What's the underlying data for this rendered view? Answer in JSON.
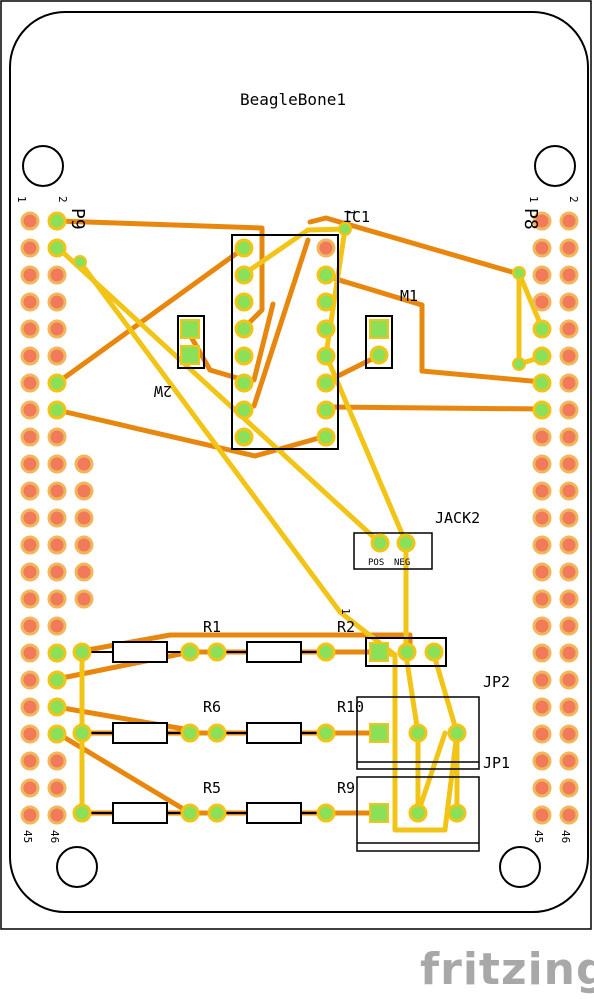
{
  "board": {
    "title": "BeagleBone1",
    "headers": {
      "p9": {
        "name": "P9",
        "pin_top_1": "1",
        "pin_top_2": "2",
        "pin_bottom_1": "45",
        "pin_bottom_2": "46"
      },
      "p8": {
        "name": "P8",
        "pin_top_1": "1",
        "pin_top_2": "2",
        "pin_bottom_1": "45",
        "pin_bottom_2": "46"
      }
    }
  },
  "parts": {
    "ic": "IC1",
    "ic_pin1": "1",
    "motor": "M1",
    "relay": "2W",
    "jack": "JACK2",
    "jack_pos": "POS",
    "jack_neg": "NEG",
    "jp2": "JP2",
    "jp1": "JP1",
    "r1": "R1",
    "r2": "R2",
    "r6": "R6",
    "r10": "R10",
    "r5": "R5",
    "r9": "R9",
    "conn_pin1": "1"
  },
  "colors": {
    "orange_trace": "#e8870e",
    "yellow_trace": "#f2c416",
    "pad_red": "#f07a5a",
    "pad_green": "#8be05a",
    "outline": "#000000"
  },
  "watermark": "fritzing"
}
